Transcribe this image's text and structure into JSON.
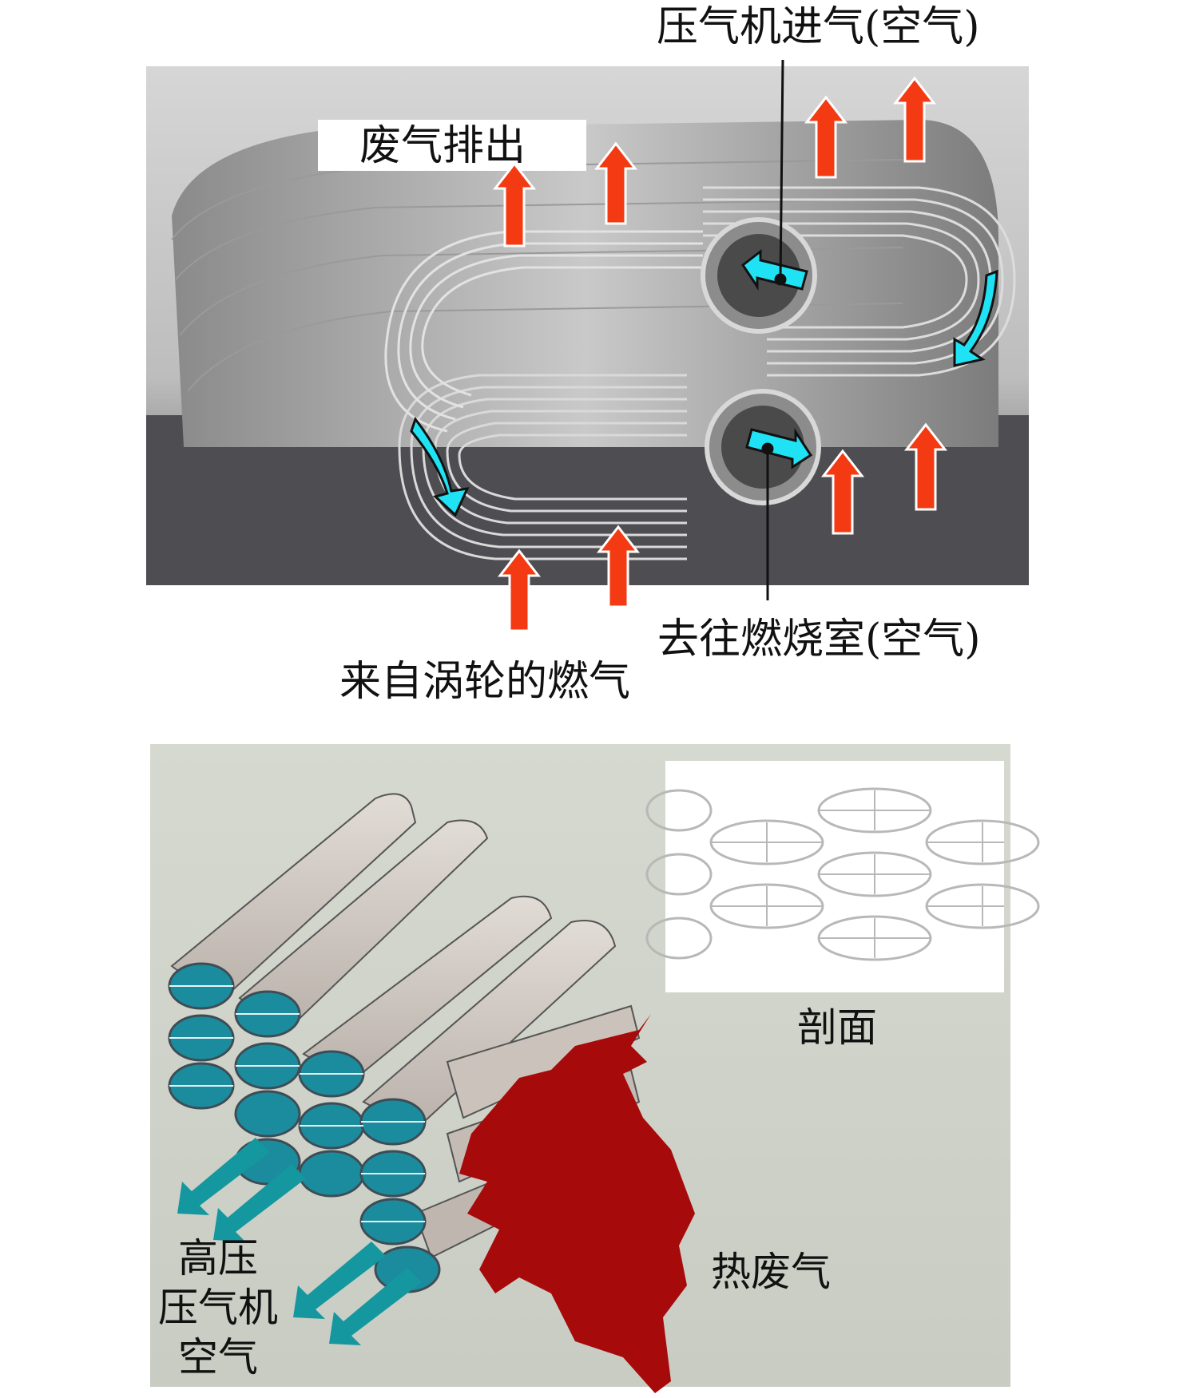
{
  "top_figure": {
    "labels": {
      "compressor_inlet": "压气机进气(空气)",
      "exhaust_out": "废气排出",
      "to_combustor": "去往燃烧室(空气)",
      "turbine_gas": "来自涡轮的燃气"
    },
    "colors": {
      "hot_arrow": "#f43a12",
      "air_arrow": "#1fe3f5"
    }
  },
  "bottom_figure": {
    "labels": {
      "section": "剖面",
      "hot_exhaust": "热废气",
      "hp_air_line1": "高压",
      "hp_air_line2": "压气机",
      "hp_air_line3": "空气"
    },
    "colors": {
      "background": "#cfd3c9",
      "exhaust": "#a60a0a",
      "air_arrow": "#14979e"
    }
  }
}
